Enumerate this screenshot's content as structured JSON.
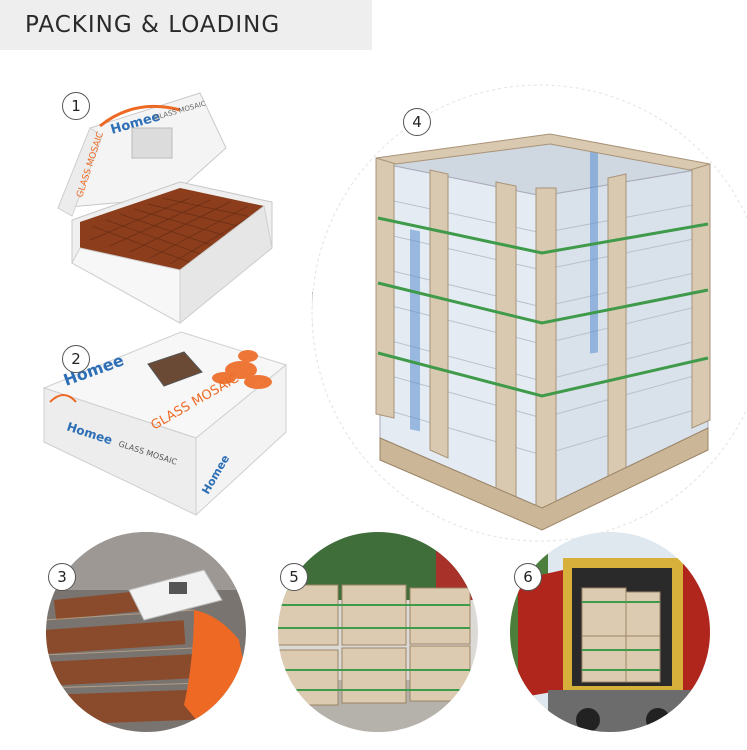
{
  "header": {
    "title": "PACKING & LOADING"
  },
  "steps": [
    {
      "number": "1"
    },
    {
      "number": "2"
    },
    {
      "number": "3"
    },
    {
      "number": "4"
    },
    {
      "number": "5"
    },
    {
      "number": "6"
    }
  ],
  "box": {
    "brand": "Homee",
    "product": "GLASS MOSAIC"
  },
  "colors": {
    "header_bg": "#eeeeee",
    "brand_blue": "#2d6fb6",
    "brand_orange": "#ee6a24",
    "strap_green": "#3f9a4a",
    "wood": "#d8c9b0",
    "container_red": "#b0261d",
    "container_yellow": "#d6b03a"
  }
}
